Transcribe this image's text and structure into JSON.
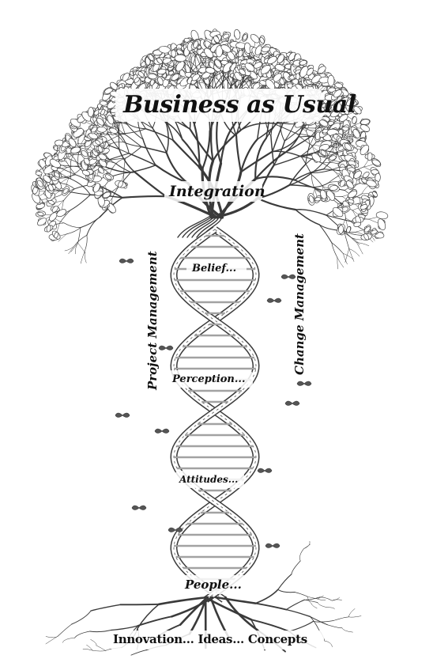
{
  "diagram": {
    "title": "Business as Usual",
    "integration": "Integration",
    "helix_labels": [
      "Belief...",
      "Perception...",
      "Attitudes...",
      "People..."
    ],
    "left_side": "Project Management",
    "right_side": "Change Management",
    "roots": "Innovation... Ideas... Concepts"
  },
  "colors": {
    "ink": "#111111",
    "sketch": "#3a3a3a",
    "background": "#ffffff"
  }
}
